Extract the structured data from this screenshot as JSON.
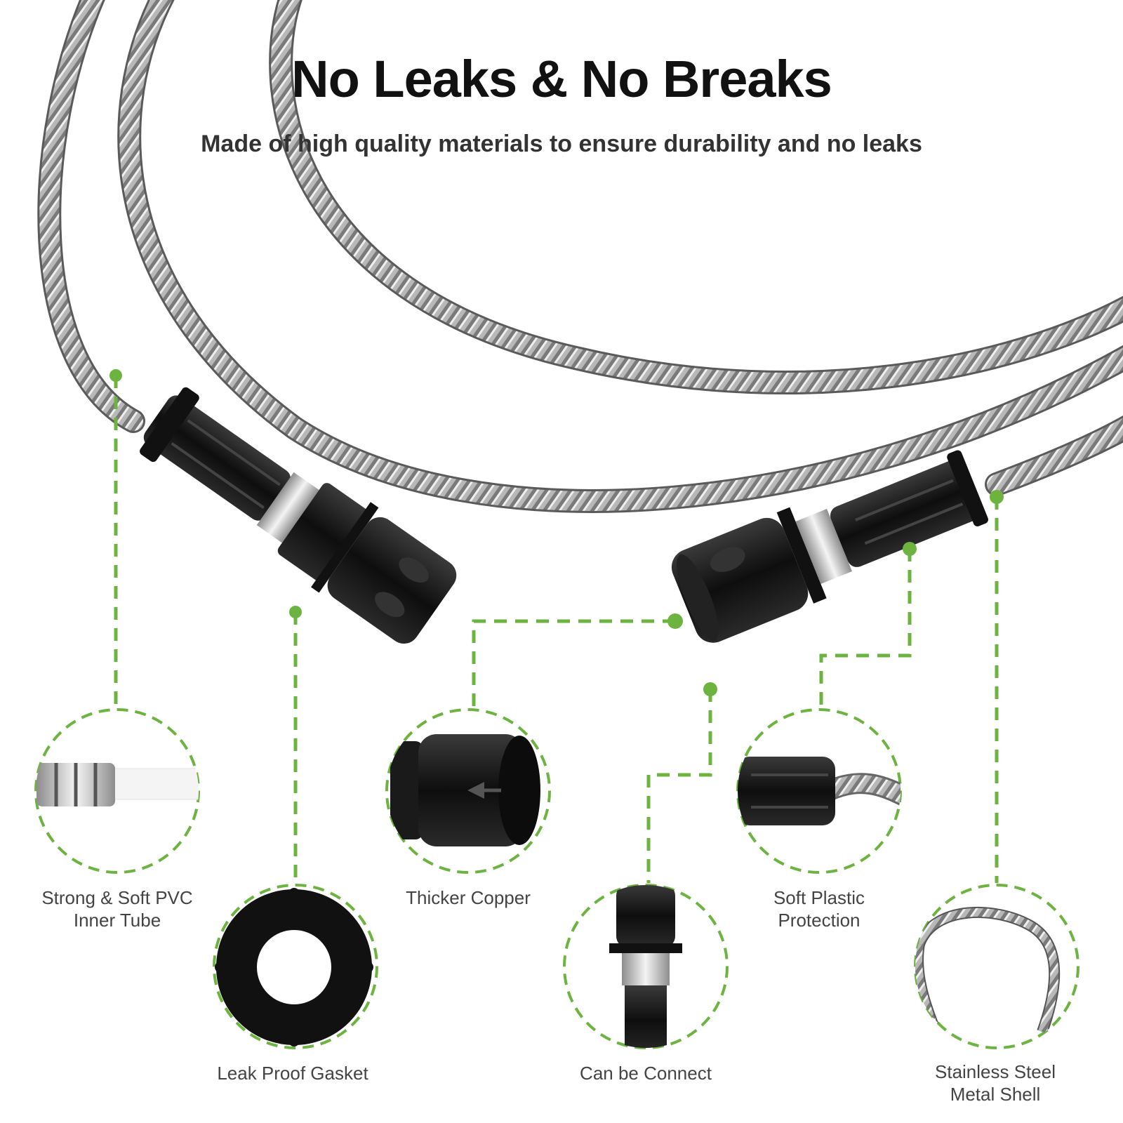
{
  "headline": "No Leaks & No Breaks",
  "subheadline": "Made of high quality materials to ensure durability and no leaks",
  "colors": {
    "accent_green": "#6db33f",
    "metal_light": "#d9d9d9",
    "metal_dark": "#6f6f6f",
    "connector_black": "#151515"
  },
  "features": [
    {
      "id": "pvc",
      "lines": [
        "Strong & Soft PVC",
        "Inner Tube"
      ],
      "icon": "pvc-tube-icon"
    },
    {
      "id": "gasket",
      "lines": [
        "Leak Proof Gasket"
      ],
      "icon": "gasket-icon"
    },
    {
      "id": "copper",
      "lines": [
        "Thicker Copper"
      ],
      "icon": "copper-connector-icon"
    },
    {
      "id": "connect",
      "lines": [
        "Can be Connect"
      ],
      "icon": "connector-icon"
    },
    {
      "id": "plastic",
      "lines": [
        "Soft Plastic",
        "Protection"
      ],
      "icon": "plastic-sleeve-icon"
    },
    {
      "id": "steel",
      "lines": [
        "Stainless Steel",
        "Metal Shell"
      ],
      "icon": "steel-hose-icon"
    }
  ]
}
